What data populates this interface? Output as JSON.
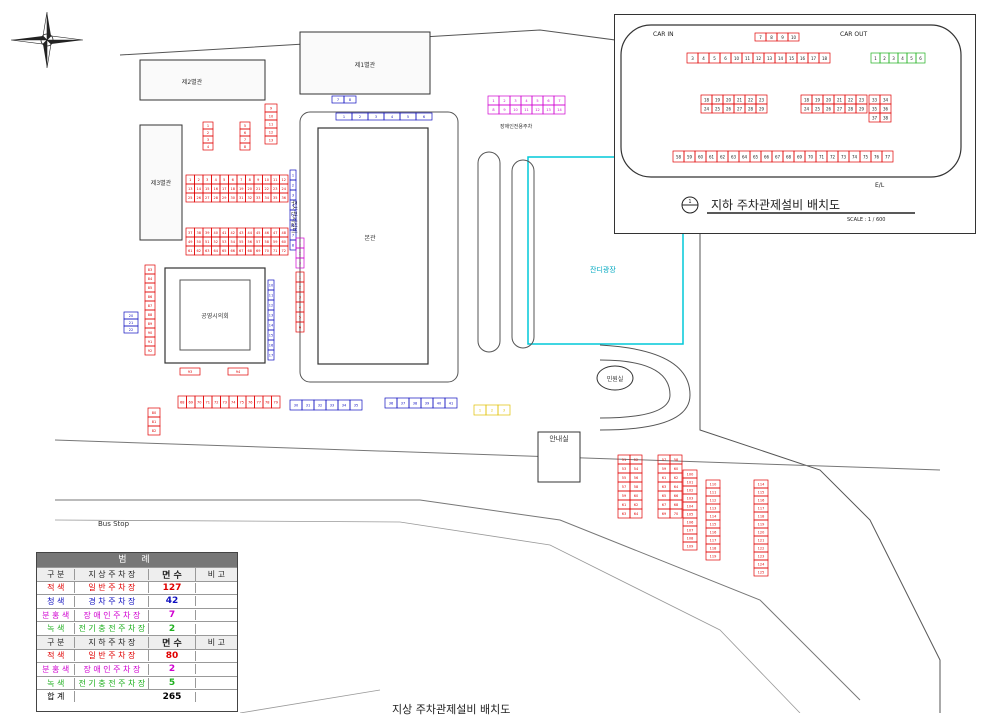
{
  "inset": {
    "title_num": "1",
    "title": "지하 주차관제설비 배치도",
    "scale": "SCALE : 1 / 600",
    "car_in": "CAR IN",
    "car_out": "CAR OUT",
    "ev_label": "E/L",
    "top_row": [
      "7",
      "8",
      "9",
      "10"
    ],
    "row_a": [
      "3",
      "4",
      "5",
      "6",
      "10",
      "11",
      "12",
      "13",
      "14",
      "15",
      "16",
      "17",
      "18"
    ],
    "row_green": [
      "1",
      "2",
      "3",
      "4",
      "5",
      "6"
    ],
    "block_mid": [
      "18",
      "19",
      "20",
      "21",
      "22",
      "23",
      "24",
      "25",
      "26",
      "27",
      "28",
      "29"
    ],
    "block_right": [
      "33",
      "34",
      "35",
      "36",
      "37",
      "38"
    ],
    "bottom_row": [
      "58",
      "59",
      "60",
      "61",
      "62",
      "63",
      "64",
      "65",
      "66",
      "67",
      "68",
      "69",
      "70",
      "71",
      "72",
      "73",
      "74",
      "75",
      "76",
      "77"
    ]
  },
  "map_labels": {
    "north_arrow": "compass",
    "building_top": "제1별관",
    "building_left_top": "제2별관",
    "building_left": "제3별관",
    "main_building": "본관",
    "small_building": "공영시의회",
    "plaza": "잔디광장",
    "facility": "안내실",
    "round_facility": "민원실",
    "bus_stop": "Bus Stop",
    "purple_area": "장애인전용주차",
    "vertical_text": "주차관제설비"
  },
  "legend": {
    "title": "범 례",
    "header1": [
      "구 분",
      "지 상 주 차 장",
      "면 수",
      "비 고"
    ],
    "rows1": [
      {
        "c1": "적 색",
        "c2": "일 반 주 차 장",
        "c3": "127",
        "color": "#e00000"
      },
      {
        "c1": "청 색",
        "c2": "경 차 주 차 장",
        "c3": "42",
        "color": "#1010c0"
      },
      {
        "c1": "분 홍 색",
        "c2": "장 애 인 주 차 장",
        "c3": "7",
        "color": "#d000d0"
      },
      {
        "c1": "녹 색",
        "c2": "전 기 충 전 주 차 장",
        "c3": "2",
        "color": "#20b020"
      }
    ],
    "header2": [
      "구 분",
      "지 하 주 차 장",
      "면 수",
      "비 고"
    ],
    "rows2": [
      {
        "c1": "적 색",
        "c2": "일 반 주 차 장",
        "c3": "80",
        "color": "#e00000"
      },
      {
        "c1": "분 홍 색",
        "c2": "장 애 인 주 차 장",
        "c3": "2",
        "color": "#d000d0"
      },
      {
        "c1": "녹 색",
        "c2": "전 기 충 전 주 차 장",
        "c3": "5",
        "color": "#20b020"
      }
    ],
    "total_label": "합 계",
    "total_value": "265"
  },
  "bottom_caption": "지상 주차관제설비 배치도",
  "colors": {
    "general": "#e00000",
    "compact": "#1010c0",
    "disabled": "#d000d0",
    "ev": "#20b020",
    "plaza": "#00c8d8"
  }
}
